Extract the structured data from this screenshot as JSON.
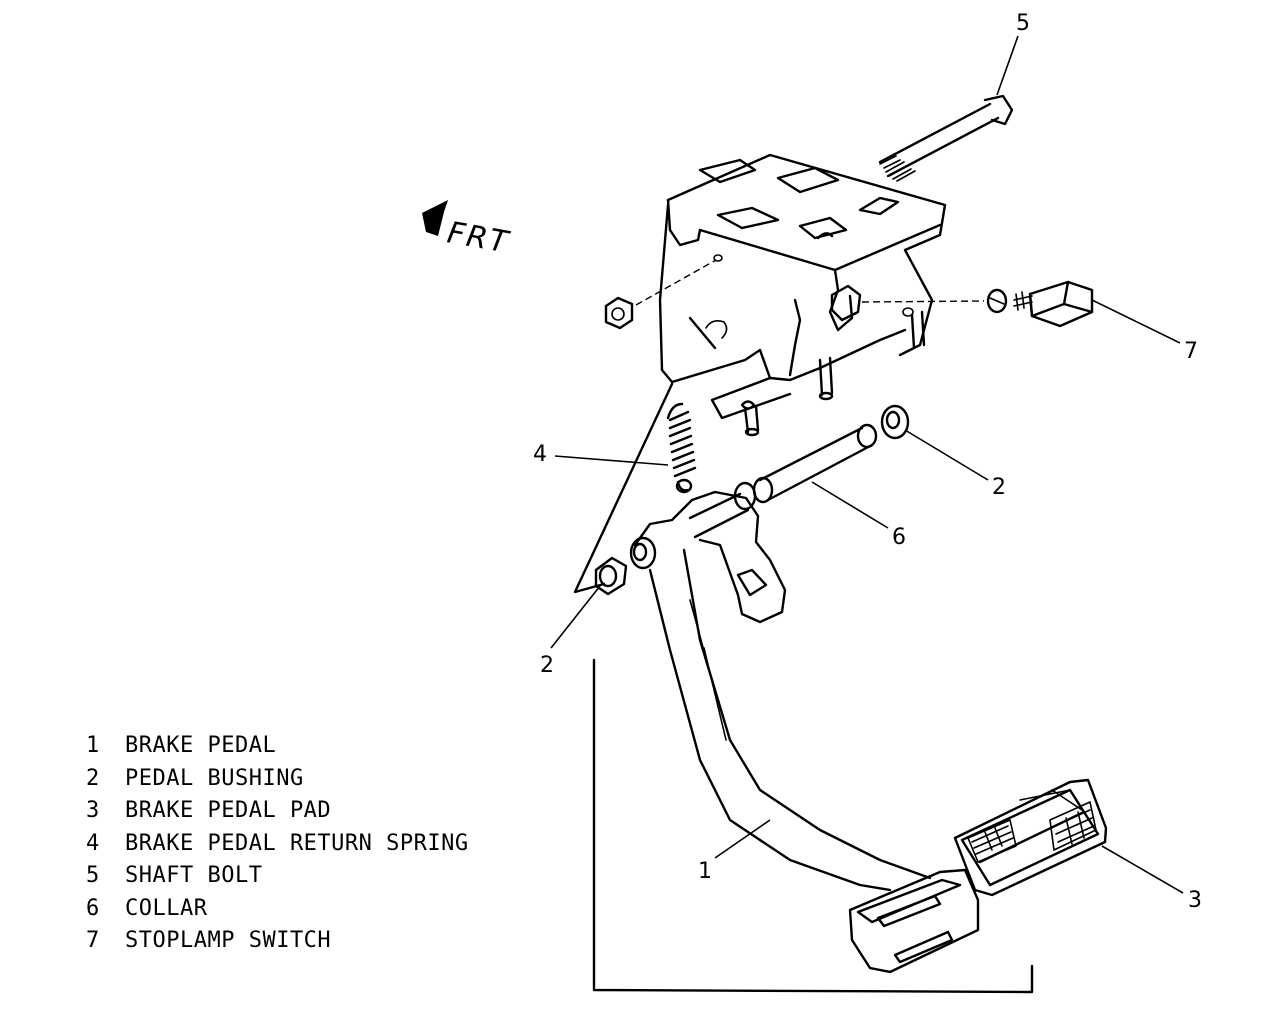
{
  "orientation_label": "FRT",
  "callouts": {
    "bolt": "5",
    "switch": "7",
    "spring": "4",
    "bushing_right": "2",
    "collar": "6",
    "bushing_left": "2",
    "pedal": "1",
    "pad": "3"
  },
  "legend": [
    {
      "num": "1",
      "text": "BRAKE PEDAL"
    },
    {
      "num": "2",
      "text": "PEDAL BUSHING"
    },
    {
      "num": "3",
      "text": "BRAKE PEDAL PAD"
    },
    {
      "num": "4",
      "text": "BRAKE PEDAL RETURN SPRING"
    },
    {
      "num": "5",
      "text": "SHAFT BOLT"
    },
    {
      "num": "6",
      "text": "COLLAR"
    },
    {
      "num": "7",
      "text": "STOPLAMP SWITCH"
    }
  ]
}
